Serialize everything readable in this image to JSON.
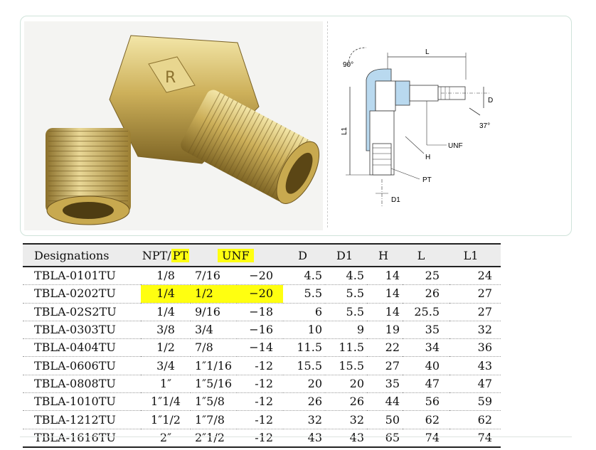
{
  "drawing": {
    "angle_top": "90°",
    "label_L": "L",
    "label_D": "D",
    "angle_side": "37°",
    "label_L1": "L1",
    "label_UNF": "UNF",
    "label_H": "H",
    "label_PT": "PT",
    "label_D1": "D1"
  },
  "table": {
    "headers": {
      "designations": "Designations",
      "npt": "NPT/",
      "pt": "PT",
      "unf": "UNF",
      "d": "D",
      "d1": "D1",
      "h": "H",
      "l": "L",
      "l1": "L1"
    },
    "rows": [
      {
        "des": "TBLA-0101TU",
        "npt": "1/8",
        "unf_size": "7/16",
        "unf_pitch": "−20",
        "d": "4.5",
        "d1": "4.5",
        "h": "14",
        "l": "25",
        "l1": "24",
        "highlight": false
      },
      {
        "des": "TBLA-0202TU",
        "npt": "1/4",
        "unf_size": "1/2",
        "unf_pitch": "−20",
        "d": "5.5",
        "d1": "5.5",
        "h": "14",
        "l": "26",
        "l1": "27",
        "highlight": true
      },
      {
        "des": "TBLA-02S2TU",
        "npt": "1/4",
        "unf_size": "9/16",
        "unf_pitch": "−18",
        "d": "6",
        "d1": "5.5",
        "h": "14",
        "l": "25.5",
        "l1": "27",
        "highlight": false
      },
      {
        "des": "TBLA-0303TU",
        "npt": "3/8",
        "unf_size": "3/4",
        "unf_pitch": "−16",
        "d": "10",
        "d1": "9",
        "h": "19",
        "l": "35",
        "l1": "32",
        "highlight": false
      },
      {
        "des": "TBLA-0404TU",
        "npt": "1/2",
        "unf_size": "7/8",
        "unf_pitch": "−14",
        "d": "11.5",
        "d1": "11.5",
        "h": "22",
        "l": "34",
        "l1": "36",
        "highlight": false
      },
      {
        "des": "TBLA-0606TU",
        "npt": "3/4",
        "unf_size": "1″1/16",
        "unf_pitch": "-12",
        "d": "15.5",
        "d1": "15.5",
        "h": "27",
        "l": "40",
        "l1": "43",
        "highlight": false
      },
      {
        "des": "TBLA-0808TU",
        "npt": "1″",
        "unf_size": "1″5/16",
        "unf_pitch": "-12",
        "d": "20",
        "d1": "20",
        "h": "35",
        "l": "47",
        "l1": "47",
        "highlight": false
      },
      {
        "des": "TBLA-1010TU",
        "npt": "1″1/4",
        "unf_size": "1″5/8",
        "unf_pitch": "-12",
        "d": "26",
        "d1": "26",
        "h": "44",
        "l": "56",
        "l1": "59",
        "highlight": false
      },
      {
        "des": "TBLA-1212TU",
        "npt": "1″1/2",
        "unf_size": "1″7/8",
        "unf_pitch": "-12",
        "d": "32",
        "d1": "32",
        "h": "50",
        "l": "62",
        "l1": "62",
        "highlight": false
      },
      {
        "des": "TBLA-1616TU",
        "npt": "2″",
        "unf_size": "2″1/2",
        "unf_pitch": "-12",
        "d": "43",
        "d1": "43",
        "h": "65",
        "l": "74",
        "l1": "74",
        "highlight": false
      }
    ]
  }
}
